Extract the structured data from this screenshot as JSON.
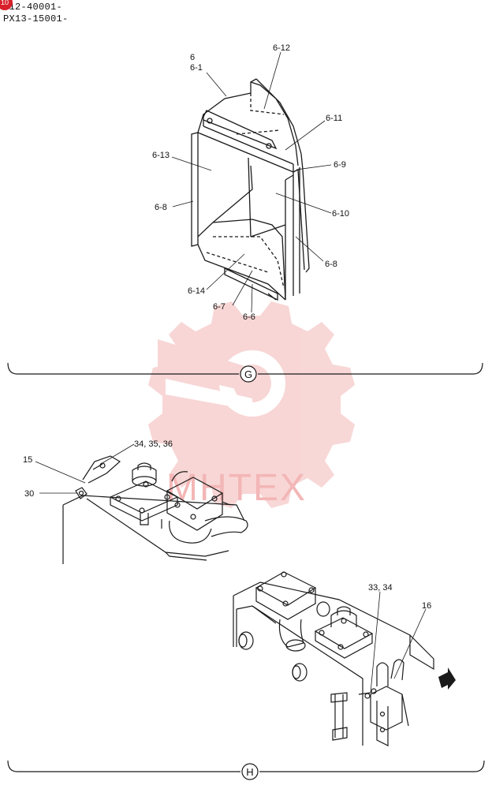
{
  "header": {
    "badge": "10",
    "serial_line_1": "W12-40001-",
    "serial_line_2": "PX13-15001-"
  },
  "section_g": {
    "marker": "G",
    "callouts": {
      "c6": "6",
      "c6_1": "6-1",
      "c6_12": "6-12",
      "c6_11": "6-11",
      "c6_9": "6-9",
      "c6_13": "6-13",
      "c6_8a": "6-8",
      "c6_10": "6-10",
      "c6_8b": "6-8",
      "c6_14": "6-14",
      "c6_7": "6-7",
      "c6_6": "6-6"
    }
  },
  "section_h": {
    "marker": "H",
    "callouts": {
      "c34_35_36": "34, 35, 36",
      "c15": "15",
      "c30": "30",
      "c33_34": "33, 34",
      "c16": "16"
    }
  },
  "watermark": {
    "text": "MHTEX",
    "color": "#f3b6b6"
  },
  "colors": {
    "line": "#1a1a1a",
    "badge": "#d8202a"
  }
}
